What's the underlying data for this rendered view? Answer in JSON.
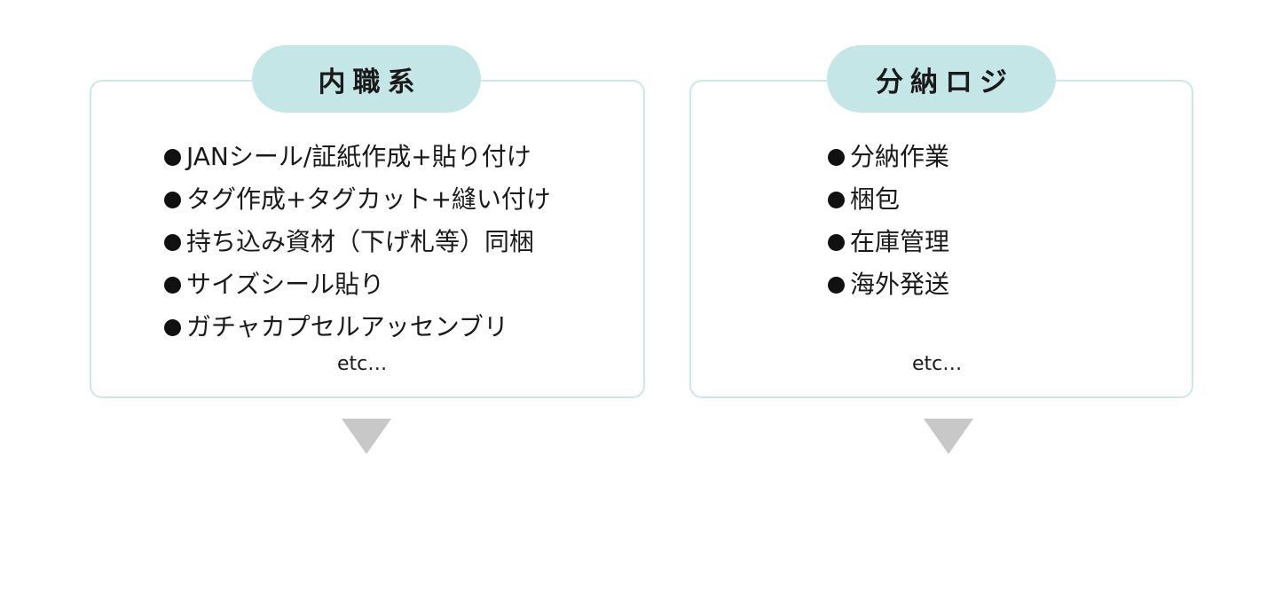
{
  "left_panel": {
    "title": "内職系",
    "items": [
      "JANシール/証紙作成+貼り付け",
      "タグ作成+タグカット+縫い付け",
      "持ち込み資材（下げ札等）同梱",
      "サイズシール貼り",
      "ガチャカプセルアッセンブリ"
    ],
    "etc": "etc…"
  },
  "right_panel": {
    "title": "分納ロジ",
    "items": [
      "分納作業",
      "梱包",
      "在庫管理",
      "海外発送"
    ],
    "etc": "etc…"
  },
  "colors": {
    "pill_bg": "#c5e6e7",
    "card_border": "#cfe6e7",
    "arrow": "#c8c8c8"
  }
}
